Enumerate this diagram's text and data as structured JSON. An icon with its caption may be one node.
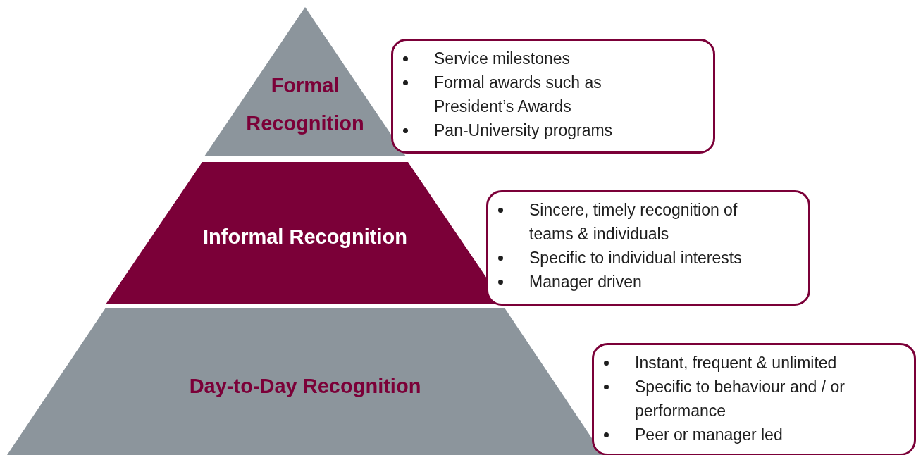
{
  "diagram": {
    "nodes": [
      {
        "text": [
          "Formal Recognition"
        ]
      },
      {
        "text": [
          "Informal Recognition"
        ]
      },
      {
        "text": [
          "Day-to-Day Recognition"
        ]
      },
      {
        "text": [
          "Service milestones",
          "Formal awards such as President’s Awards",
          "Pan-University programs"
        ]
      },
      {
        "text": [
          "Sincere, timely recognition of teams & individuals",
          "Specific to individual interests",
          "Manager driven"
        ]
      },
      {
        "text": [
          "Instant, frequent & unlimited",
          "Specific to behaviour and / or performance",
          "Peer or manager led"
        ]
      }
    ]
  }
}
